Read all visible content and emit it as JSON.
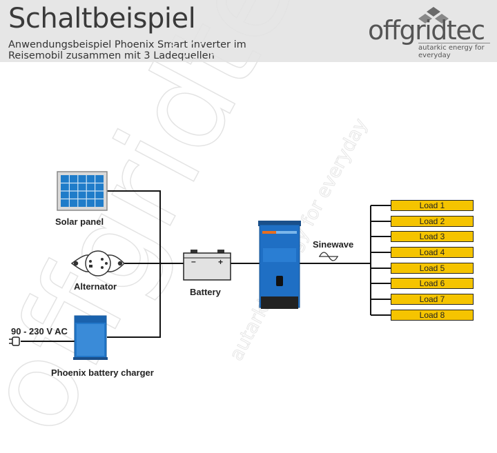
{
  "header": {
    "title": "Schaltbeispiel",
    "subtitle_line1": "Anwendungsbeispiel Phoenix Smart Inverter im",
    "subtitle_line2": "Reisemobil zusammen mit 3 Ladequellen"
  },
  "logo": {
    "brand": "offgridtec",
    "tagline": "autarkic energy for everyday"
  },
  "labels": {
    "solar_panel": "Solar panel",
    "alternator": "Alternator",
    "charger": "Phoenix battery charger",
    "ac_input": "90 - 230 V AC",
    "battery": "Battery",
    "sinewave": "Sinewave"
  },
  "loads": [
    "Load 1",
    "Load 2",
    "Load 3",
    "Load 4",
    "Load 5",
    "Load 6",
    "Load 7",
    "Load 8"
  ],
  "colors": {
    "victron_blue": "#1f6fc4",
    "load_yellow": "#f5c400",
    "wire": "#111111"
  }
}
